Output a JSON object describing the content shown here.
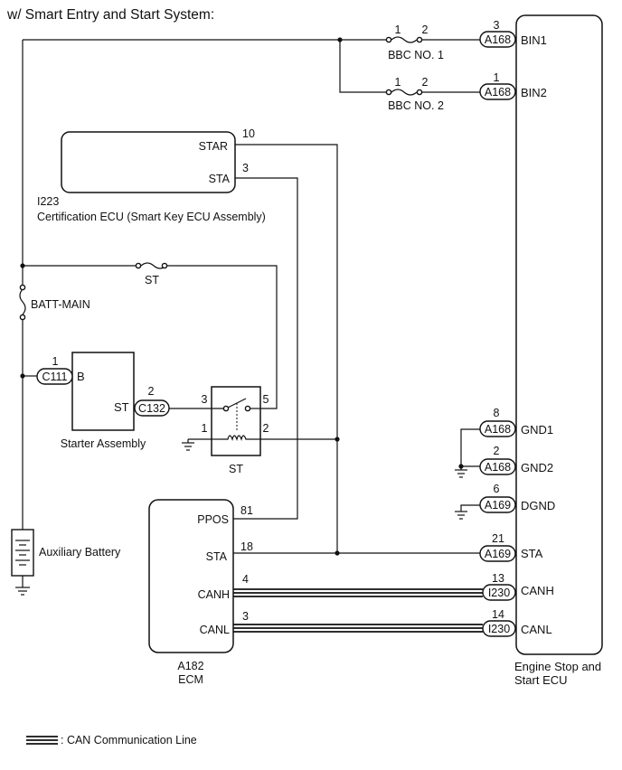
{
  "header": {
    "title": "w/ Smart Entry and Start System:"
  },
  "fuses": {
    "bbc1": {
      "name": "BBC NO. 1",
      "pin_left": "1",
      "pin_right": "2"
    },
    "bbc2": {
      "name": "BBC NO. 2",
      "pin_left": "1",
      "pin_right": "2"
    },
    "st": {
      "name": "ST"
    },
    "batt_main": {
      "name": "BATT-MAIN"
    }
  },
  "cert_ecu": {
    "code": "I223",
    "name": "Certification ECU (Smart Key ECU Assembly)",
    "terminals": [
      {
        "label": "STAR",
        "pin": "10"
      },
      {
        "label": "STA",
        "pin": "3"
      }
    ]
  },
  "starter": {
    "name": "Starter Assembly",
    "terminal_b": "B",
    "terminal_st": "ST",
    "conn_b": {
      "code": "C111",
      "pin": "1"
    },
    "conn_st": {
      "code": "C132",
      "pin": "2"
    }
  },
  "st_relay": {
    "name": "ST",
    "pins": [
      "3",
      "5",
      "1",
      "2"
    ]
  },
  "battery": {
    "name": "Auxiliary Battery"
  },
  "ecm": {
    "code": "A182",
    "name": "ECM",
    "terminals": [
      {
        "label": "PPOS",
        "pin": "81"
      },
      {
        "label": "STA",
        "pin": "18"
      },
      {
        "label": "CANH",
        "pin": "4"
      },
      {
        "label": "CANL",
        "pin": "3"
      }
    ]
  },
  "engine_ecu": {
    "name_line1": "Engine Stop and",
    "name_line2": "Start ECU",
    "terminals": [
      {
        "label": "BIN1",
        "conn": "A168",
        "pin": "3"
      },
      {
        "label": "BIN2",
        "conn": "A168",
        "pin": "1"
      },
      {
        "label": "GND1",
        "conn": "A168",
        "pin": "8"
      },
      {
        "label": "GND2",
        "conn": "A168",
        "pin": "2"
      },
      {
        "label": "DGND",
        "conn": "A169",
        "pin": "6"
      },
      {
        "label": "STA",
        "conn": "A169",
        "pin": "21"
      },
      {
        "label": "CANH",
        "conn": "I230",
        "pin": "13"
      },
      {
        "label": "CANL",
        "conn": "I230",
        "pin": "14"
      }
    ]
  },
  "legend": {
    "can_line": ": CAN Communication Line"
  }
}
